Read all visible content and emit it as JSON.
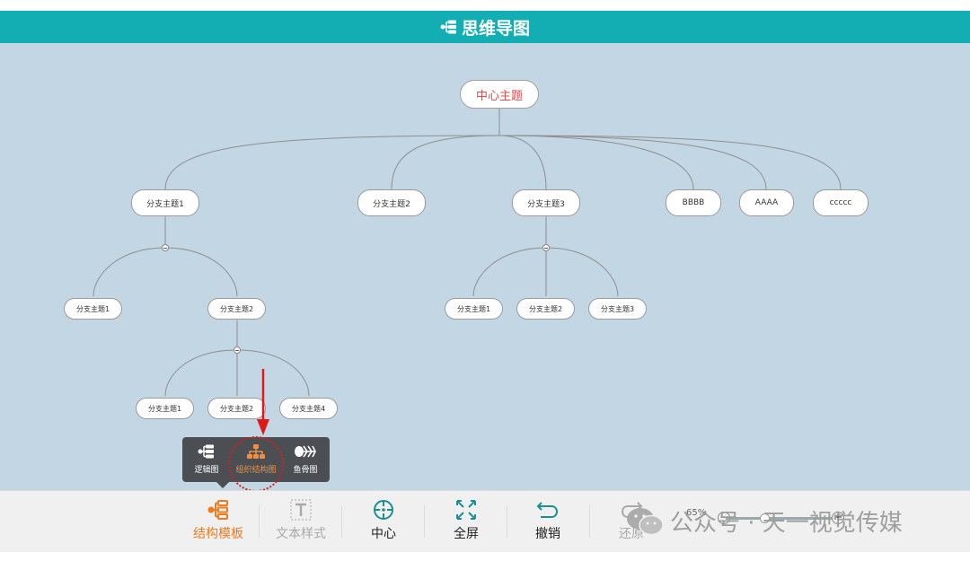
{
  "app": {
    "title": "思维导图"
  },
  "mindmap": {
    "root": "中心主题",
    "level1": [
      "分支主题1",
      "分支主题2",
      "分支主题3",
      "BBBB",
      "AAAA",
      "ccccc"
    ],
    "branch1_children": [
      "分支主题1",
      "分支主题2"
    ],
    "branch1_2_children": [
      "分支主题1",
      "分支主题2",
      "分支主题4"
    ],
    "branch3_children": [
      "分支主题1",
      "分支主题2",
      "分支主题3"
    ]
  },
  "popup": {
    "options": [
      {
        "label": "逻辑图",
        "icon": "logic-map-icon"
      },
      {
        "label": "组织结构图",
        "icon": "org-chart-icon",
        "active": true
      },
      {
        "label": "鱼骨图",
        "icon": "fishbone-icon"
      }
    ]
  },
  "toolbar": {
    "items": [
      {
        "label": "结构模板",
        "icon": "structure-template-icon",
        "state": "active"
      },
      {
        "label": "文本样式",
        "icon": "text-style-icon",
        "state": "disabled"
      },
      {
        "label": "中心",
        "icon": "center-target-icon",
        "state": "normal"
      },
      {
        "label": "全屏",
        "icon": "fullscreen-icon",
        "state": "normal"
      },
      {
        "label": "撤销",
        "icon": "undo-icon",
        "state": "normal"
      },
      {
        "label": "还原",
        "icon": "redo-icon",
        "state": "disabled"
      }
    ],
    "zoom": "65%",
    "zoom_minus": "−",
    "zoom_plus": "+"
  },
  "watermark": {
    "text": "公众号 · 天一视觉传媒",
    "icon": "wechat-icon"
  },
  "colors": {
    "header": "#12aeb3",
    "canvas": "#c3d6e4",
    "root_text": "#d2504f",
    "active": "#f07b1f",
    "annotation": "#e01a1a"
  }
}
